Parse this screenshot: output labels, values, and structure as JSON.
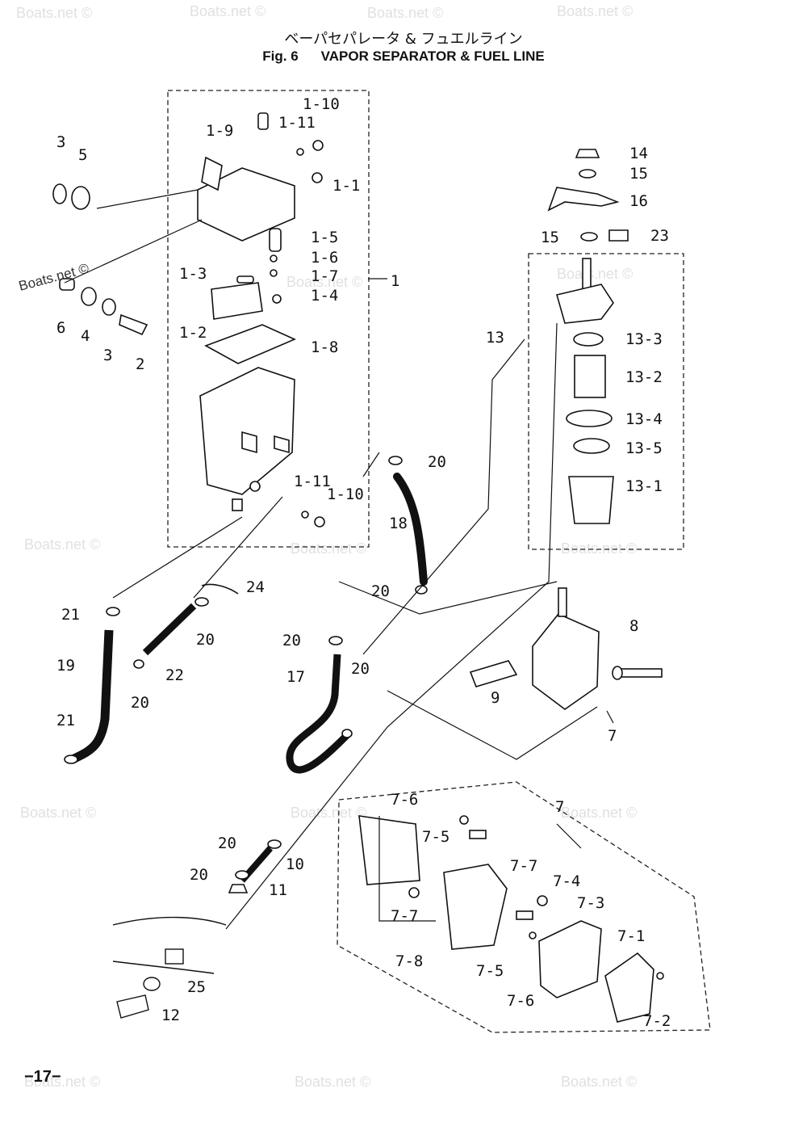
{
  "title_jp": "ベーパセパレータ & フュエルライン",
  "fig_label": "Fig. 6",
  "title_en": "VAPOR SEPARATOR & FUEL LINE",
  "watermark": "Boats.net ©",
  "page_number": "−17−",
  "callouts": [
    "1-10",
    "1-9",
    "1-11",
    "1-1",
    "1-5",
    "1-6",
    "1-3",
    "1-7",
    "1-4",
    "1-2",
    "1-8",
    "1",
    "3",
    "5",
    "6",
    "4",
    "3",
    "2",
    "14",
    "15",
    "16",
    "15",
    "23",
    "13",
    "13-3",
    "13-2",
    "13-4",
    "13-5",
    "13-1",
    "20",
    "18",
    "1-11",
    "1-10",
    "24",
    "21",
    "20",
    "19",
    "22",
    "20",
    "21",
    "20",
    "20",
    "17",
    "20",
    "8",
    "9",
    "7",
    "7-6",
    "7-5",
    "7",
    "20",
    "10",
    "20",
    "11",
    "7-7",
    "7-4",
    "7-7",
    "7-3",
    "7-1",
    "7-8",
    "7-5",
    "7-6",
    "7-2",
    "25",
    "12"
  ]
}
